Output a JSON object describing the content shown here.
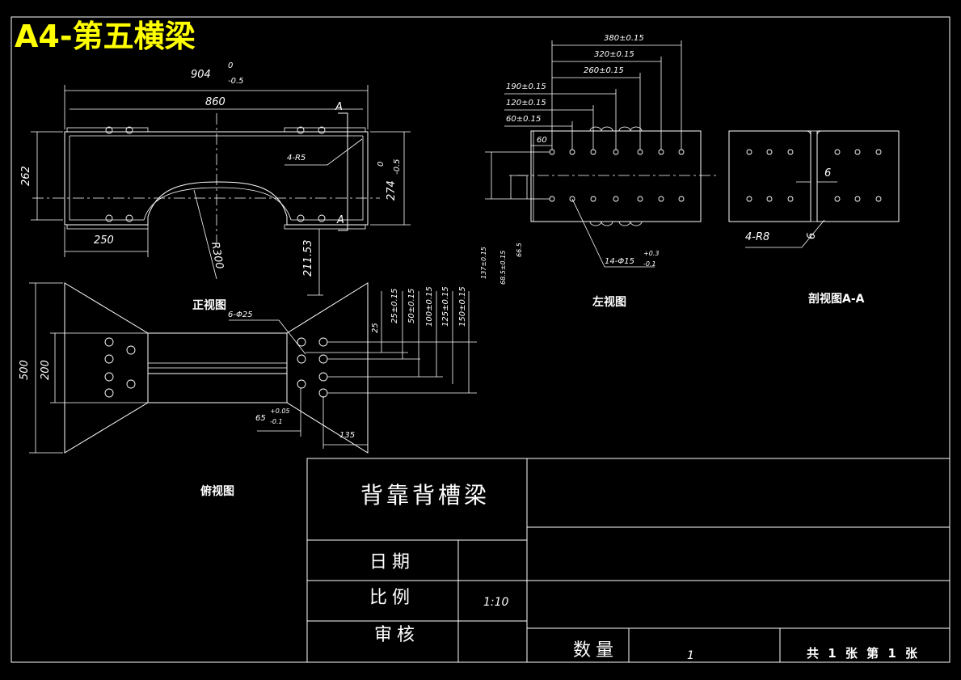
{
  "sheet_title": "A4-第五横梁",
  "views": {
    "front": {
      "label": "正视图",
      "dims": {
        "overall": "904",
        "overall_tol_upper": "0",
        "overall_tol_lower": "-0.5",
        "inner": "860",
        "height_left": "262",
        "height_right": "274",
        "height_right_tol_upper": "0",
        "height_right_tol_lower": "-0.5",
        "flange": "250",
        "arc_radius": "R300",
        "gap": "211.53",
        "corner_radius": "4-R5",
        "section_mark": "A"
      }
    },
    "top": {
      "label": "俯视图",
      "dims": {
        "width": "500",
        "inner_width": "200",
        "holes": "6-Φ25",
        "d25": "25",
        "d25tol": "25±0.15",
        "d50": "50±0.15",
        "d100": "100±0.15",
        "d125": "125±0.15",
        "d150": "150±0.15",
        "d65": "65",
        "d65_tol_upper": "+0.05",
        "d65_tol_lower": "-0.1",
        "d135": "135"
      }
    },
    "left": {
      "label": "左视图",
      "dims": {
        "d380": "380±0.15",
        "d320": "320±0.15",
        "d260": "260±0.15",
        "d190": "190±0.15",
        "d120": "120±0.15",
        "d60tol": "60±0.15",
        "d60": "60",
        "holes": "14-Φ15",
        "holes_tol_upper": "+0.3",
        "holes_tol_lower": "-0.1",
        "v137": "137±0.15",
        "v68": "68.5±0.15",
        "v66": "66.5"
      }
    },
    "section": {
      "label": "剖视图A-A",
      "dims": {
        "thickness": "6",
        "thickness2": "6",
        "corner_radius": "4-R8"
      }
    }
  },
  "title_block": {
    "part_name": "背靠背槽梁",
    "date_label": "日期",
    "scale_label": "比例",
    "scale_value": "1:10",
    "review_label": "审核",
    "qty_label": "数量",
    "qty_value": "1",
    "sheets": "共 1 张 第 1 张"
  }
}
